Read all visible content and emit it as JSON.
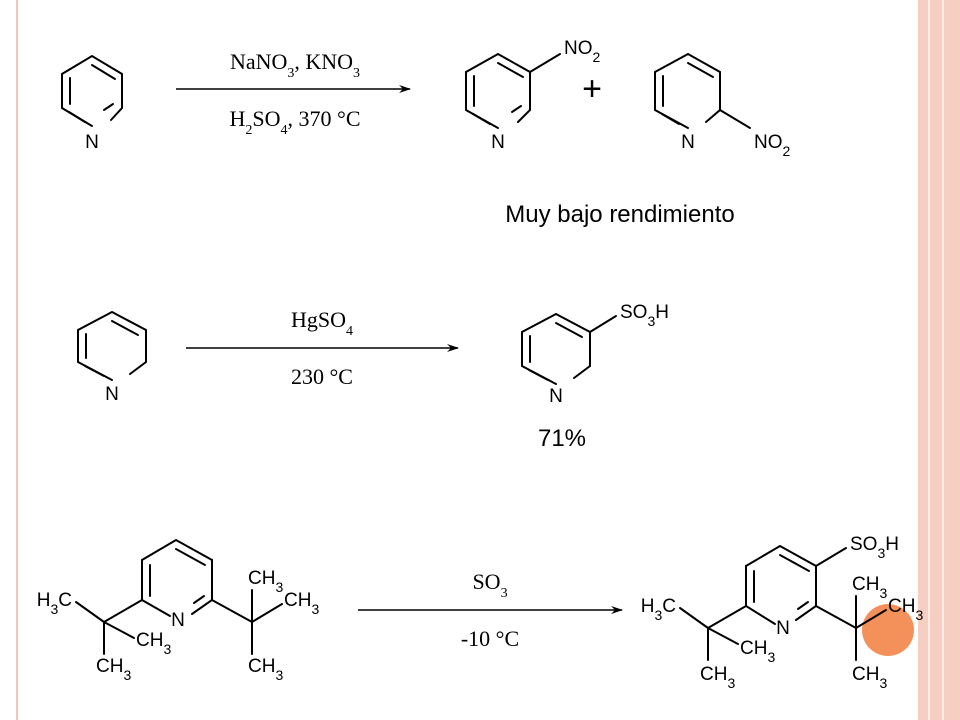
{
  "colors": {
    "background": "#ffffff",
    "left_rule": "#f0c7bd",
    "right_band": "#f7cfc2",
    "accent_dot": "#f4915a",
    "ink": "#000000"
  },
  "reaction1": {
    "reactant": {
      "n": "N"
    },
    "conditions_top": {
      "a": "NaNO",
      "a_sub": "3",
      "b": ", KNO",
      "b_sub": "3"
    },
    "conditions_bottom": {
      "a": "H",
      "a_sub": "2",
      "b": "SO",
      "b_sub": "4",
      "c": ", 370 °C"
    },
    "product1": {
      "n": "N",
      "group": "NO",
      "group_sub": "2"
    },
    "plus": "+",
    "product2": {
      "n": "N",
      "group": "NO",
      "group_sub": "2"
    },
    "note": "Muy bajo rendimiento"
  },
  "reaction2": {
    "reactant": {
      "n": "N"
    },
    "conditions_top": {
      "a": "HgSO",
      "a_sub": "4"
    },
    "conditions_bottom": {
      "a": "230 °C"
    },
    "product": {
      "n": "N",
      "group": "SO",
      "group_sub": "3",
      "group_end": "H"
    },
    "yield": "71%"
  },
  "reaction3": {
    "reactant": {
      "n": "N",
      "left_c_main": "H",
      "left_c_sub": "3",
      "left_c_end": "C",
      "left_ch3_a": "CH",
      "left_ch3_a_sub": "3",
      "left_ch3_b": "CH",
      "left_ch3_b_sub": "3",
      "right_ch3_top": "CH",
      "right_ch3_top_sub": "3",
      "right_ch3_side": "CH",
      "right_ch3_side_sub": "3",
      "right_ch3_bottom": "CH",
      "right_ch3_bottom_sub": "3"
    },
    "conditions_top": {
      "a": "SO",
      "a_sub": "3"
    },
    "conditions_bottom": {
      "a": "-10 °C"
    },
    "product": {
      "n": "N",
      "group": "SO",
      "group_sub": "3",
      "group_end": "H",
      "left_c_main": "H",
      "left_c_sub": "3",
      "left_c_end": "C",
      "left_ch3_a": "CH",
      "left_ch3_a_sub": "3",
      "left_ch3_b": "CH",
      "left_ch3_b_sub": "3",
      "right_ch3_top": "CH",
      "right_ch3_top_sub": "3",
      "right_ch3_side": "CH",
      "right_ch3_side_sub": "3",
      "right_ch3_bottom": "CH",
      "right_ch3_bottom_sub": "3"
    }
  }
}
